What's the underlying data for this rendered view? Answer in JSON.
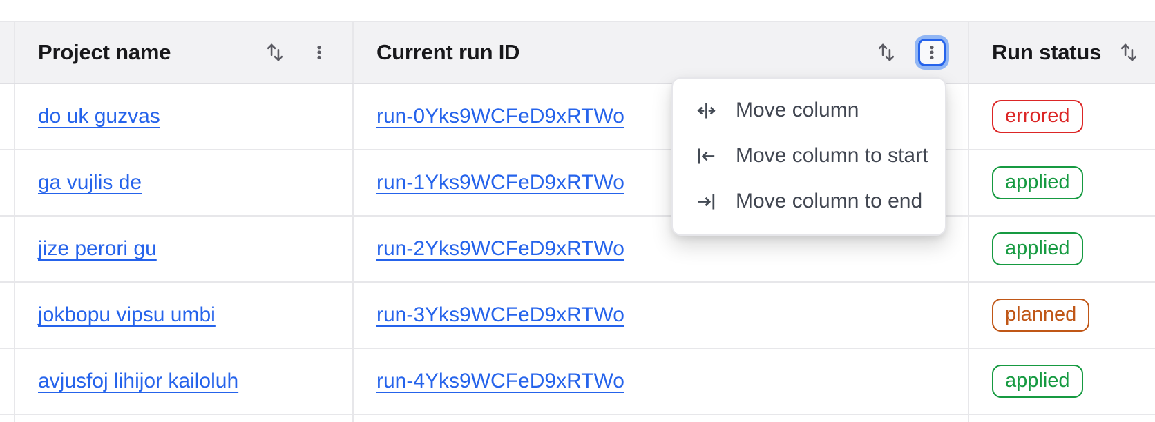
{
  "table": {
    "columns": [
      {
        "label": "Project name",
        "controls": [
          "sort-icon",
          "kebab-icon"
        ]
      },
      {
        "label": "Current run ID",
        "controls": [
          "sort-icon",
          "kebab-icon-focused"
        ]
      },
      {
        "label": "Run status",
        "controls": [
          "sort-icon"
        ]
      }
    ],
    "rows": [
      {
        "project": "do uk guzvas",
        "run_id": "run-0Yks9WCFeD9xRTWo",
        "status": "errored"
      },
      {
        "project": "ga vujlis de",
        "run_id": "run-1Yks9WCFeD9xRTWo",
        "status": "applied"
      },
      {
        "project": "jize perori gu",
        "run_id": "run-2Yks9WCFeD9xRTWo",
        "status": "applied"
      },
      {
        "project": "jokbopu vipsu umbi",
        "run_id": "run-3Yks9WCFeD9xRTWo",
        "status": "planned"
      },
      {
        "project": "avjusfoj lihijor kailoluh",
        "run_id": "run-4Yks9WCFeD9xRTWo",
        "status": "applied"
      }
    ]
  },
  "menu": {
    "items": [
      {
        "icon": "move-column-icon",
        "label": "Move column"
      },
      {
        "icon": "move-column-to-start-icon",
        "label": "Move column to start"
      },
      {
        "icon": "move-column-to-end-icon",
        "label": "Move column to end"
      }
    ]
  },
  "colors": {
    "header_bg": "#f2f2f4",
    "border": "#e7e7ea",
    "link_blue": "#2563eb",
    "focus_ring_blue": "#2563eb",
    "status_errored": "#dc2626",
    "status_applied": "#169a41",
    "status_planned": "#c05717"
  }
}
